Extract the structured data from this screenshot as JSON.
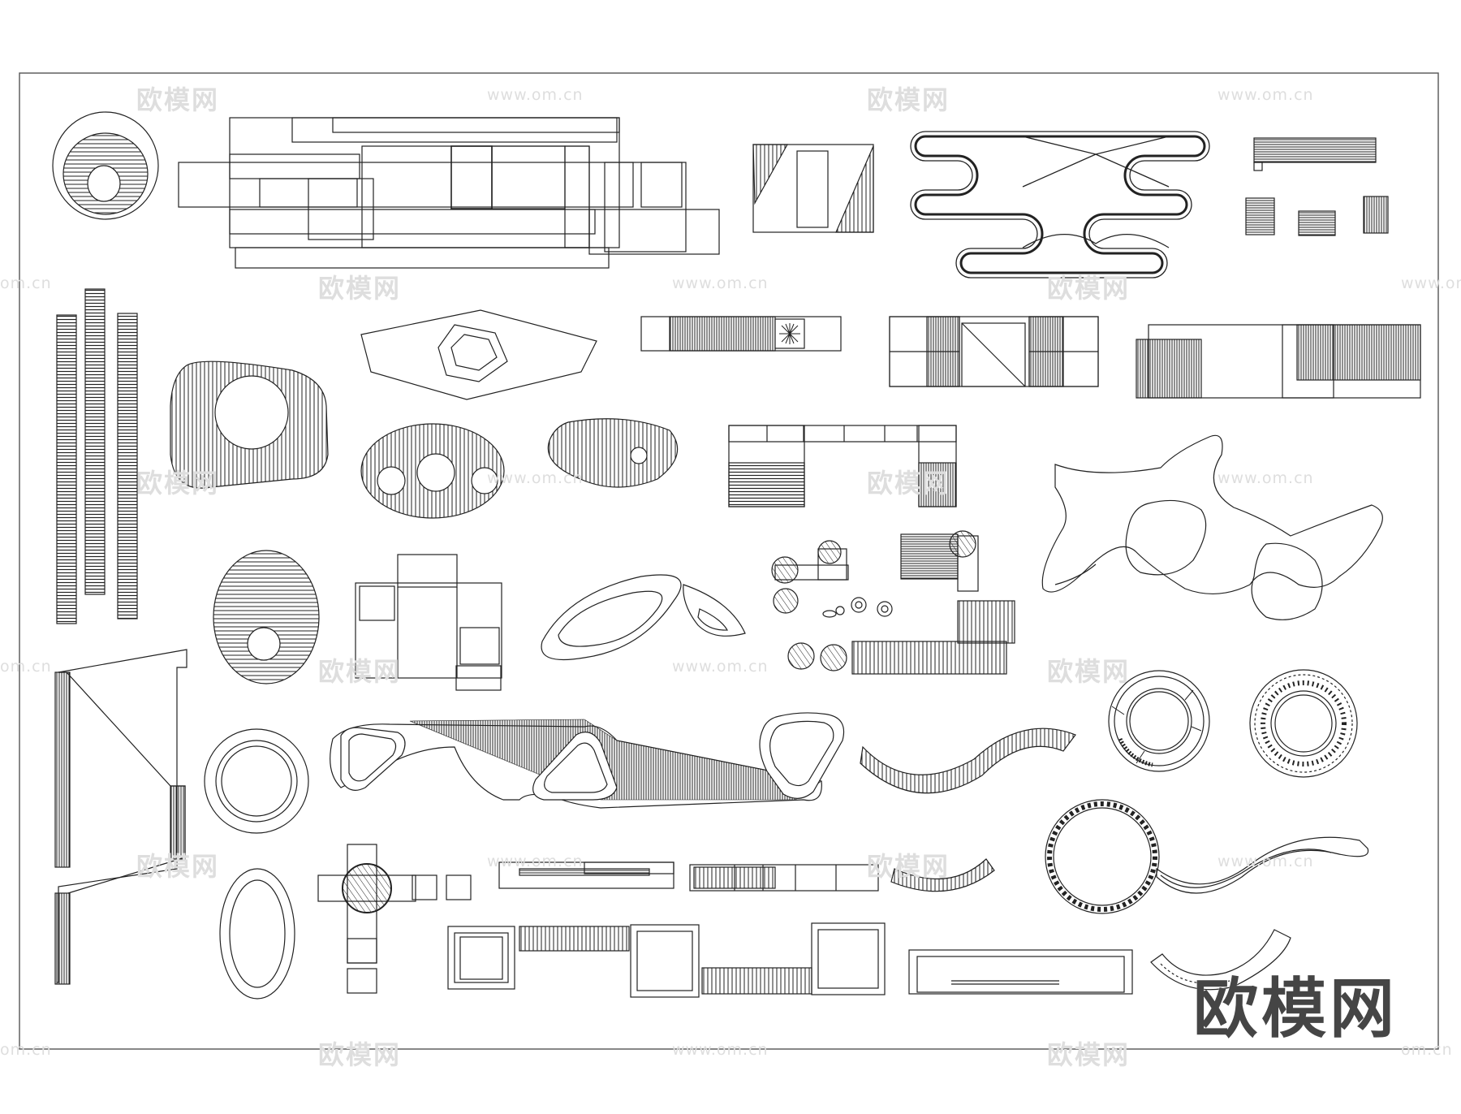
{
  "watermark": {
    "brand_cn": "欧模网",
    "url": "www.om.cn",
    "url_short": "om.cn"
  },
  "logo_text": "欧模网",
  "colors": {
    "line": "#222222",
    "frame": "#555555",
    "watermark": "#dedede",
    "logo": "#454545"
  }
}
